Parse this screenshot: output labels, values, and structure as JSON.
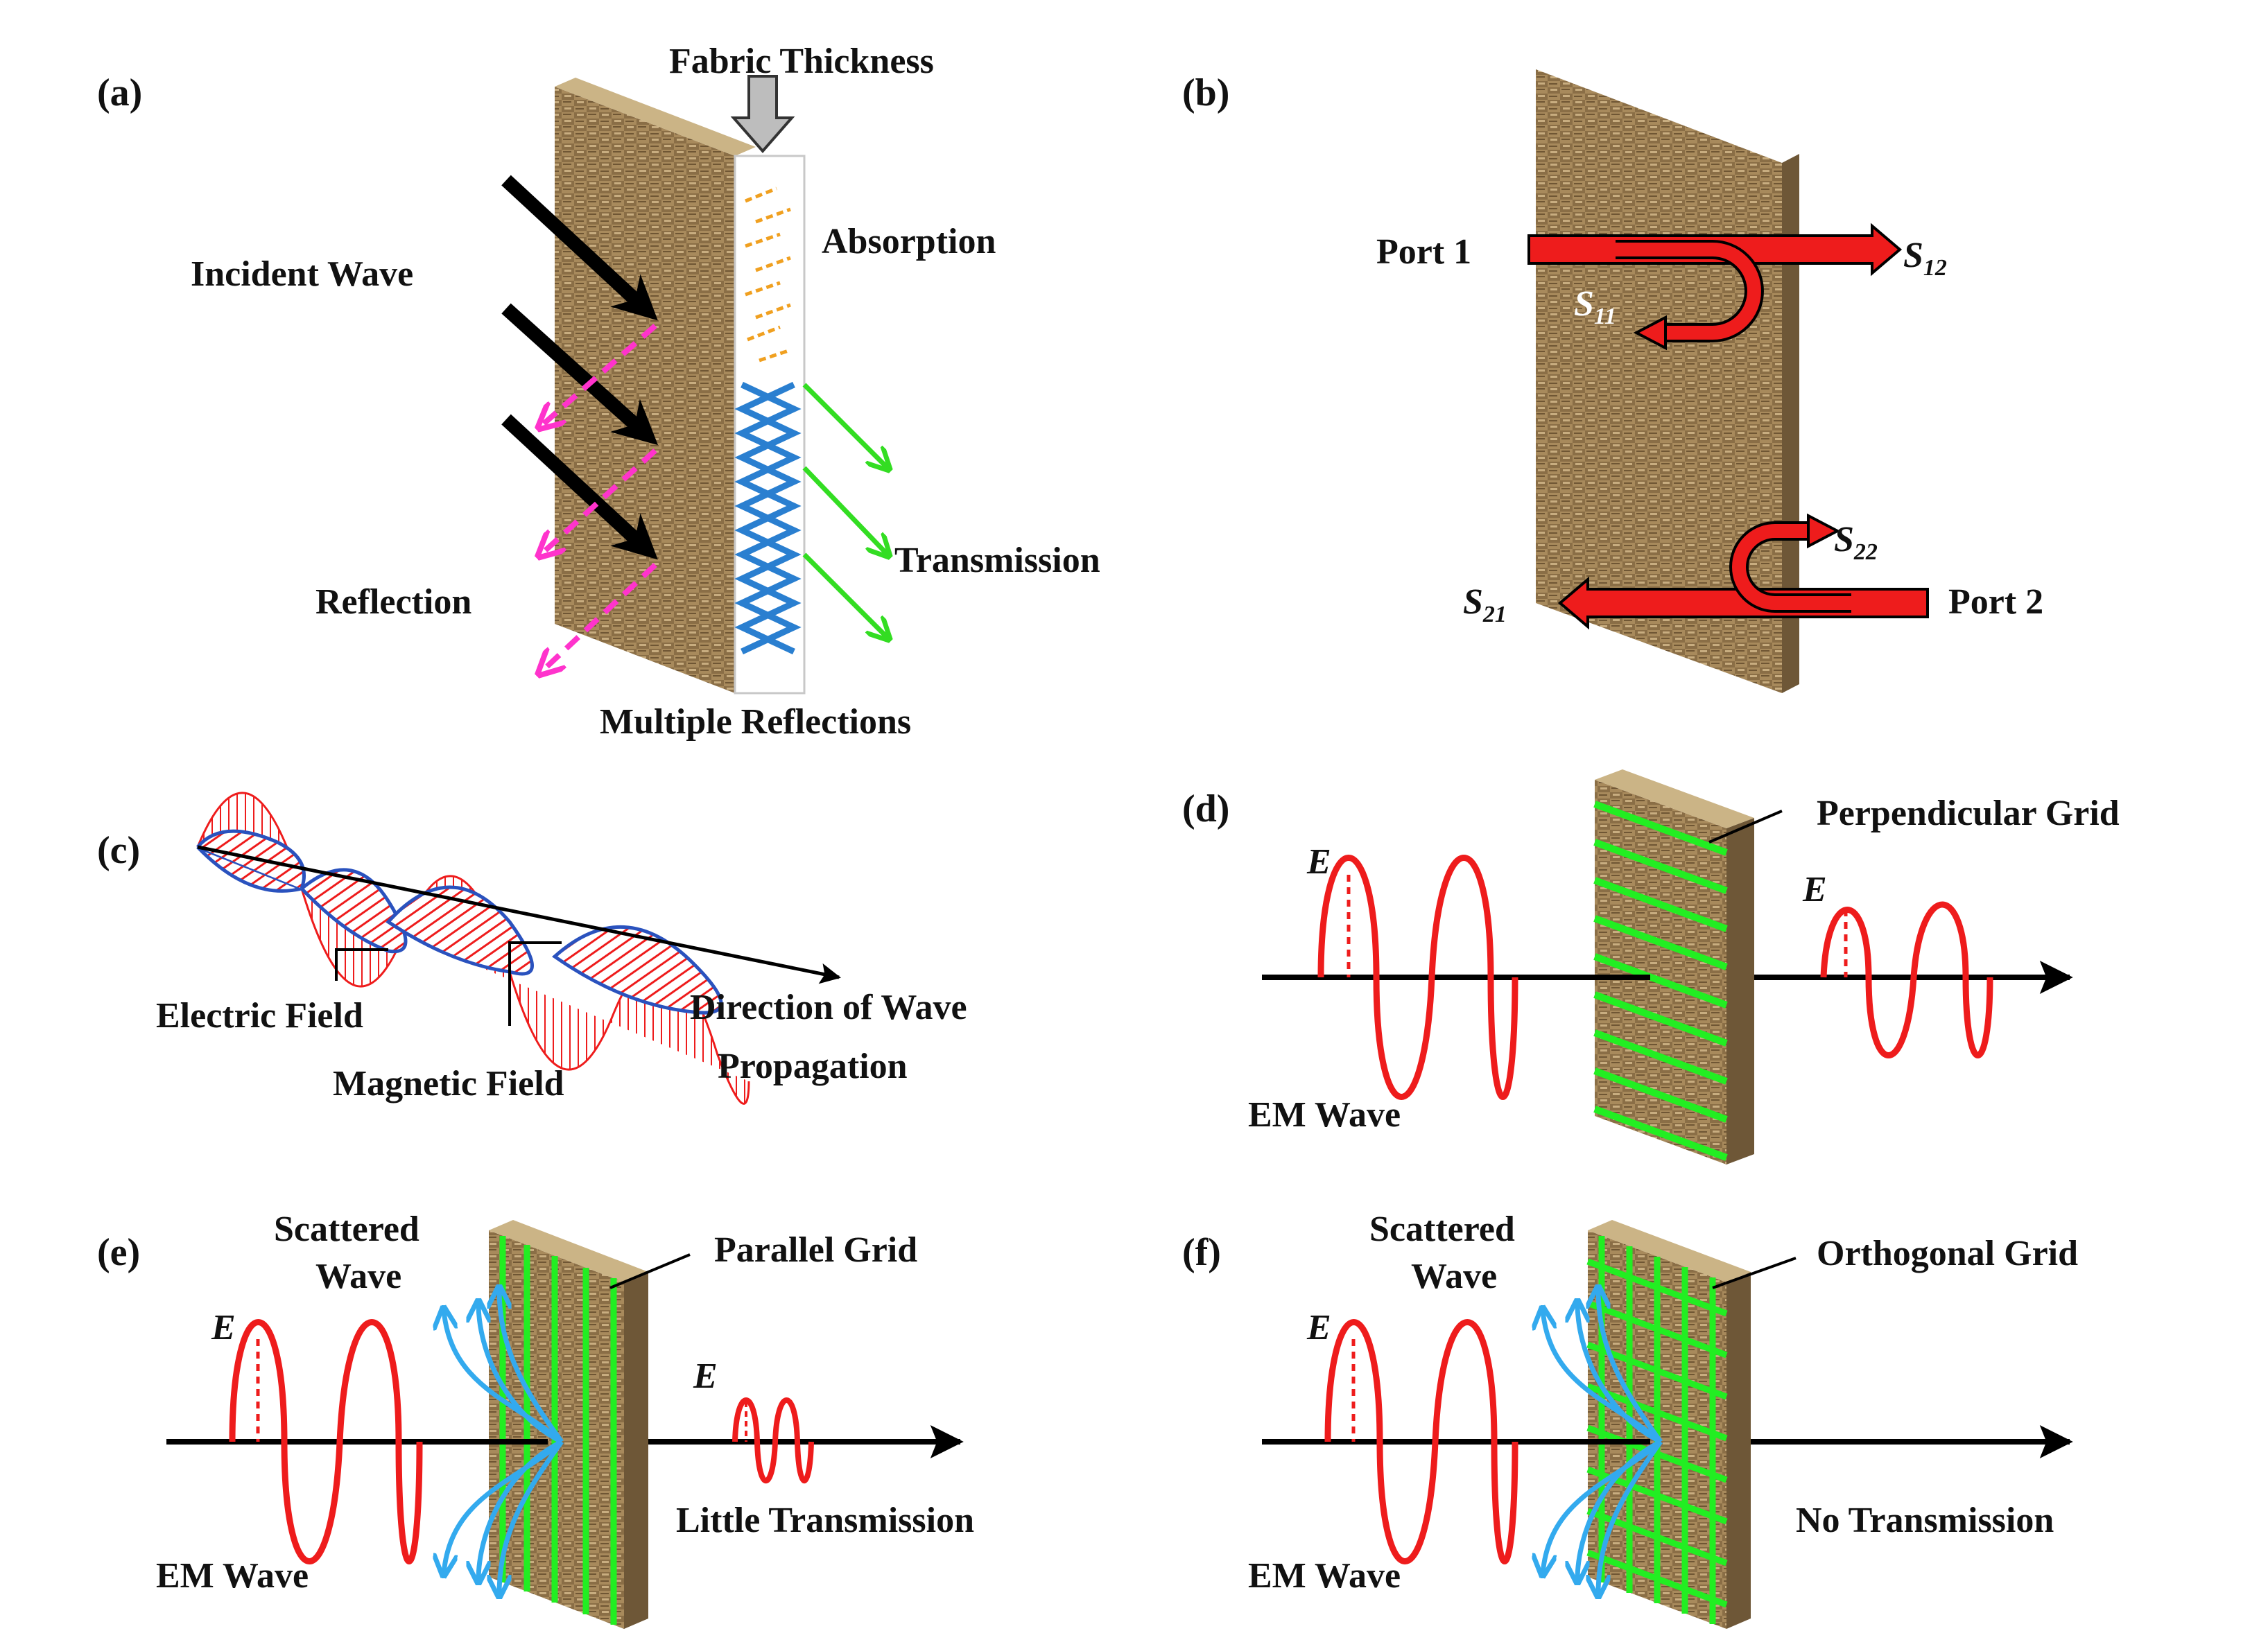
{
  "panels": {
    "a": {
      "label": "(a)",
      "fabric_thickness": "Fabric Thickness",
      "absorption": "Absorption",
      "incident_wave": "Incident Wave",
      "transmission": "Transmission",
      "reflection": "Reflection",
      "multiple_reflections": "Multiple Reflections"
    },
    "b": {
      "label": "(b)",
      "port1": "Port 1",
      "port2": "Port 2",
      "s12": "S",
      "s12_sub": "12",
      "s11": "S",
      "s11_sub": "11",
      "s22": "S",
      "s22_sub": "22",
      "s21": "S",
      "s21_sub": "21"
    },
    "c": {
      "label": "(c)",
      "electric_field": "Electric Field",
      "magnetic_field": "Magnetic Field",
      "direction_line1": "Direction of Wave",
      "direction_line2": "Propagation"
    },
    "d": {
      "label": "(d)",
      "grid": "Perpendicular Grid",
      "e_in": "E",
      "e_out": "E",
      "em_wave": "EM Wave"
    },
    "e": {
      "label": "(e)",
      "scattered_line1": "Scattered",
      "scattered_line2": "Wave",
      "grid": "Parallel Grid",
      "e_in": "E",
      "e_out": "E",
      "em_wave": "EM Wave",
      "little_transmission": "Little Transmission"
    },
    "f": {
      "label": "(f)",
      "scattered_line1": "Scattered",
      "scattered_line2": "Wave",
      "grid": "Orthogonal Grid",
      "e_in": "E",
      "em_wave": "EM Wave",
      "no_transmission": "No Transmission"
    }
  },
  "colors": {
    "wave_red": "#ee1c1c",
    "magnetic_blue": "#2a52be",
    "reflection_magenta": "#ff33cc",
    "transmission_green": "#33dd22",
    "grid_green": "#22ee22",
    "scatter_blue": "#33aaee",
    "absorption_orange": "#f0a020",
    "multi_reflect_blue": "#2a7fd0",
    "fabric_brown": "#9c8055"
  }
}
